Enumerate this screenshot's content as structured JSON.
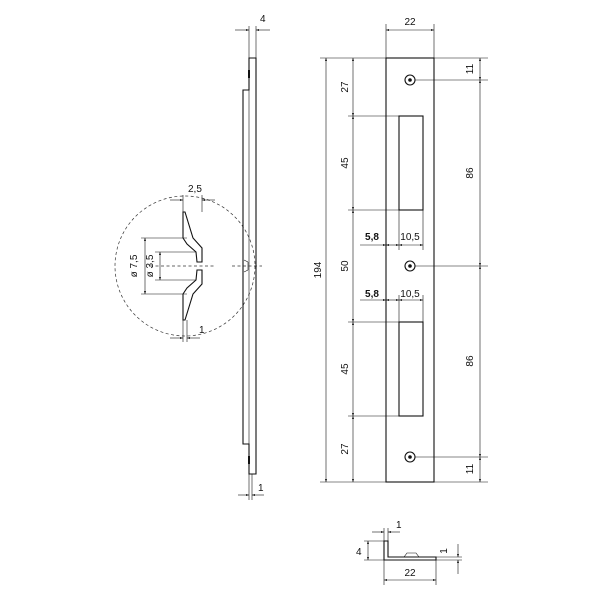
{
  "dimensions": {
    "profile_thickness": "4",
    "profile_flange": "1",
    "plate_width": "22",
    "overall_length": "194",
    "top_end": "27",
    "upper_slot": "45",
    "middle_gap": "50",
    "lower_slot": "45",
    "bottom_end": "27",
    "hole_top_offset": "11",
    "hole_bottom_offset": "11",
    "upper_hole_spacing": "86",
    "lower_hole_spacing": "86",
    "slot_offset_upper": "5,8",
    "slot_width_upper": "10,5",
    "slot_offset_lower": "5,8",
    "slot_width_lower": "10,5",
    "detail_thickness": "2,5",
    "detail_bore_outer": "ø 7,5",
    "detail_bore_inner": "ø 3,5",
    "detail_flange": "1",
    "section_flange": "1",
    "section_height": "4",
    "section_thickness": "1",
    "section_width": "22"
  }
}
